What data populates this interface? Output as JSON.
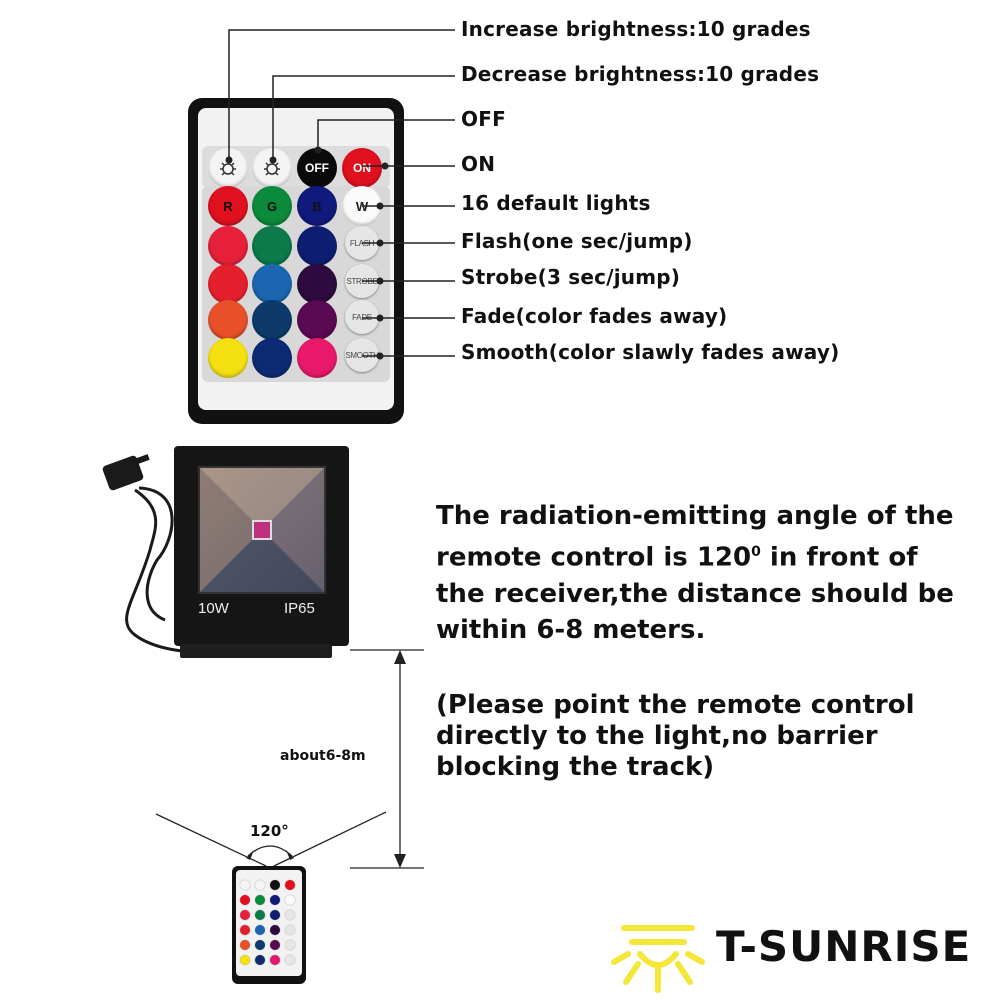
{
  "callouts": {
    "increase": "Increase brightness:10 grades",
    "decrease": "Decrease brightness:10 grades",
    "off": "OFF",
    "on": "ON",
    "default_lights": "16 default lights",
    "flash": "Flash(one sec/jump)",
    "strobe": "Strobe(3 sec/jump)",
    "fade": "Fade(color fades away)",
    "smooth": "Smooth(color slawly fades away)"
  },
  "remote": {
    "off_label": "OFF",
    "on_label": "ON",
    "r": "R",
    "g": "G",
    "b": "B",
    "w": "W",
    "flash": "FLASH",
    "strobe": "STROBE",
    "fade": "FADE",
    "smooth": "SMOOTH",
    "colors": {
      "row1": [
        "#e0101e",
        "#0c8a3c",
        "#101a7c"
      ],
      "row2": [
        "#e6203a",
        "#0c7a4a",
        "#0d1e72"
      ],
      "row3": [
        "#e4202c",
        "#1a66b0",
        "#2e0a3e"
      ],
      "row4": [
        "#e8502a",
        "#0d3a6a",
        "#5a0a52"
      ],
      "row5": [
        "#f4e010",
        "#0d2a72",
        "#e8186a"
      ]
    }
  },
  "floodlight": {
    "power": "10W",
    "rating": "IP65"
  },
  "info": {
    "lines": [
      "The radiation-emitting angle of the",
      "remote control is 120",
      " in front of",
      "the receiver,the distance should be",
      "within 6-8 meters."
    ],
    "sup": "0",
    "note_lines": [
      "(Please point the remote control",
      "directly to the light,no barrier",
      "blocking the track)"
    ]
  },
  "diagram": {
    "distance": "about6-8m",
    "angle": "120°"
  },
  "brand": {
    "name": "T-SUNRISE",
    "accent": "#f5e63a"
  }
}
